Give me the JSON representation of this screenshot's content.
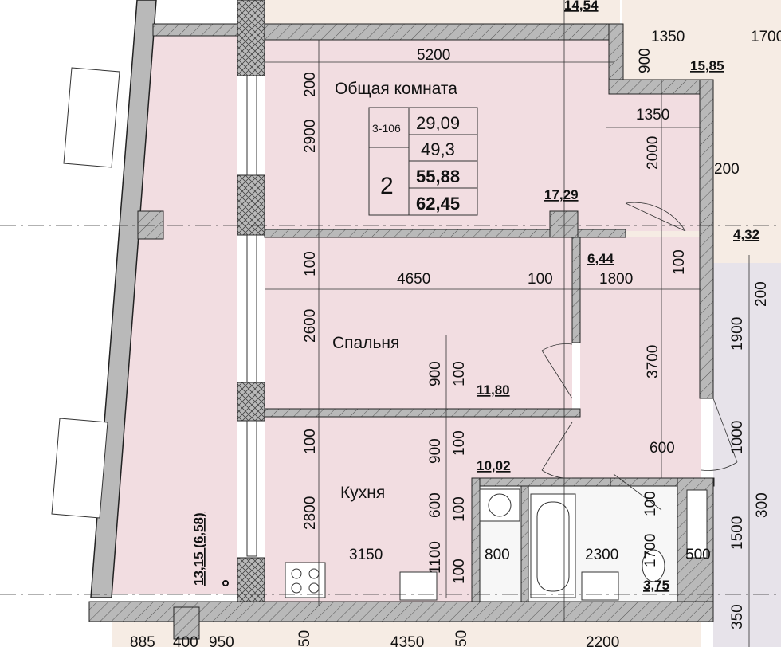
{
  "colors": {
    "room": "#f2dde1",
    "wall": "#b9b9b9",
    "corridor": "#e7e3ea",
    "neighbor": "#f6ece4"
  },
  "apartment": {
    "type_code": "3-106",
    "rooms_count": "2",
    "area_1": "29,09",
    "area_2": "49,3",
    "area_3": "55,88",
    "area_4": "62,45"
  },
  "rooms": {
    "living": {
      "name": "Общая комната",
      "area": "17,29"
    },
    "bedroom": {
      "name": "Спальня",
      "area": "11,80"
    },
    "kitchen": {
      "name": "Кухня",
      "area": "10,02"
    },
    "hall": {
      "area": "6,44"
    },
    "bath": {
      "area": "3,75"
    },
    "loggia": {
      "area": "13,15 (6,58)"
    },
    "neighbor_top": {
      "area": "14,54"
    },
    "neighbor_right": {
      "area": "15,85"
    },
    "neighbor_right2": {
      "area": "4,32"
    }
  },
  "dimensions": {
    "d5200": "5200",
    "d200a": "200",
    "d2900": "2900",
    "d1350a": "1350",
    "d1350b": "1350",
    "d1700": "1700",
    "d900a": "900",
    "d2000": "2000",
    "d200b": "200",
    "d100a": "100",
    "d4650": "4650",
    "d100b": "100",
    "d1800": "1800",
    "d100c": "100",
    "d2600": "2600",
    "d900b": "900",
    "d100d": "100",
    "d3700": "3700",
    "d200c": "200",
    "d1900": "1900",
    "d100e": "100",
    "d900c": "900",
    "d100f": "100",
    "d600a": "600",
    "d1000": "1000",
    "d2800": "2800",
    "d600b": "600",
    "d100g": "100",
    "d300": "300",
    "d100h": "100",
    "d1700b": "1700",
    "d1500": "1500",
    "d3150": "3150",
    "d1100": "1100",
    "d800": "800",
    "d2300": "2300",
    "d500": "500",
    "d100i": "100",
    "d350": "350",
    "d885": "885",
    "d400": "400",
    "d950": "950",
    "d4350": "4350",
    "d2200": "2200",
    "d50a": "50",
    "d50b": "50"
  }
}
